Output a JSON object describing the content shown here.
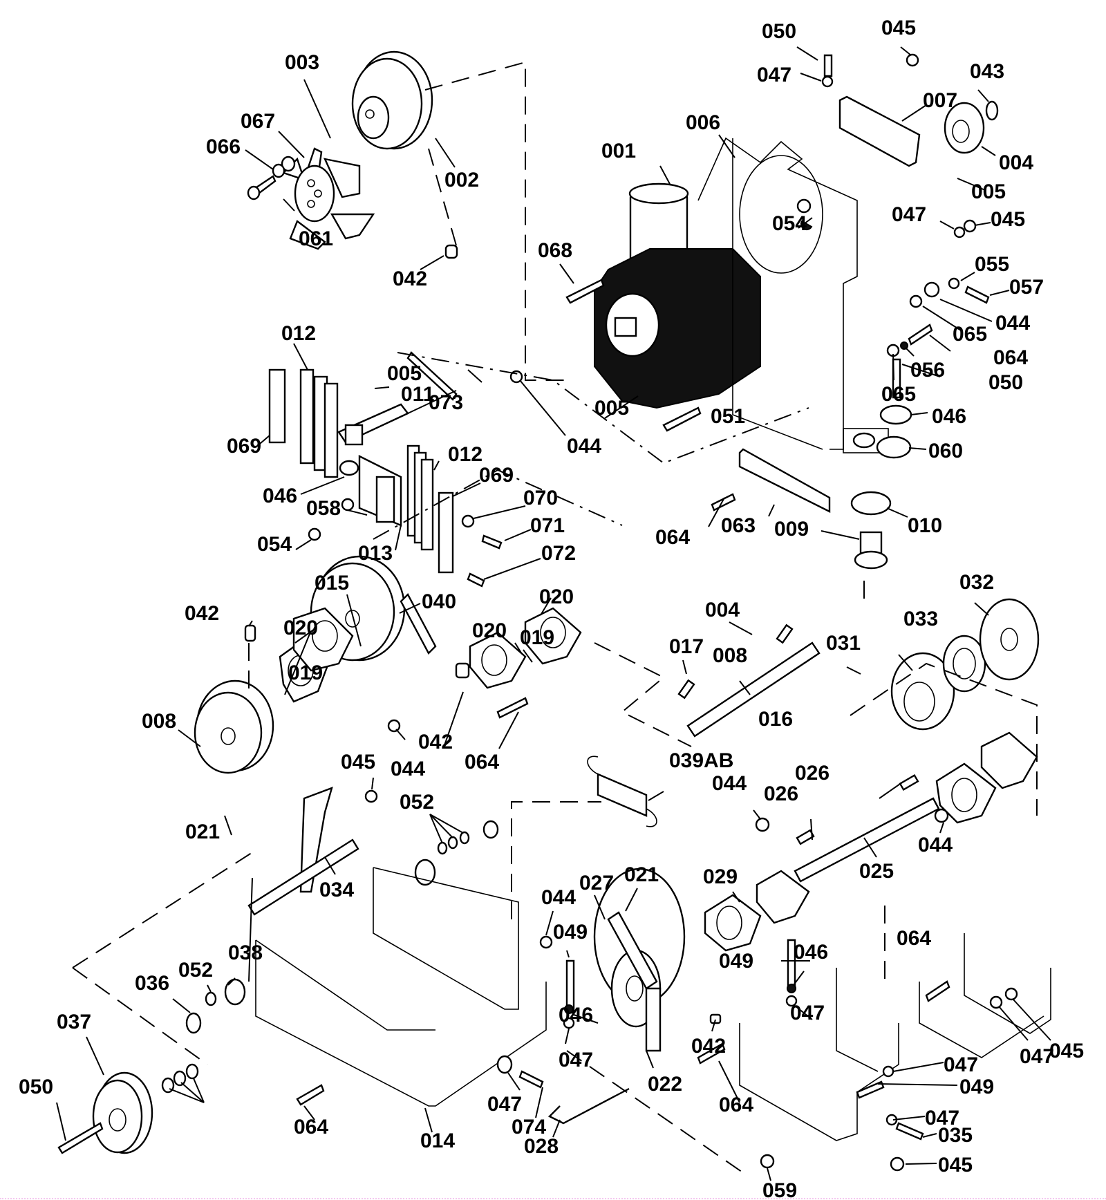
{
  "diagram": {
    "type": "exploded-parts-diagram",
    "subject": "engine drive assembly",
    "labels": [
      {
        "id": "003",
        "text": "003"
      },
      {
        "id": "067",
        "text": "067"
      },
      {
        "id": "066",
        "text": "066"
      },
      {
        "id": "061",
        "text": "061"
      },
      {
        "id": "002",
        "text": "002"
      },
      {
        "id": "042a",
        "text": "042"
      },
      {
        "id": "050a",
        "text": "050"
      },
      {
        "id": "047a",
        "text": "047"
      },
      {
        "id": "045a",
        "text": "045"
      },
      {
        "id": "043",
        "text": "043"
      },
      {
        "id": "007",
        "text": "007"
      },
      {
        "id": "006",
        "text": "006"
      },
      {
        "id": "001",
        "text": "001"
      },
      {
        "id": "004a",
        "text": "004"
      },
      {
        "id": "005a",
        "text": "005"
      },
      {
        "id": "054a",
        "text": "054"
      },
      {
        "id": "047b",
        "text": "047"
      },
      {
        "id": "045b",
        "text": "045"
      },
      {
        "id": "068",
        "text": "068"
      },
      {
        "id": "055",
        "text": "055"
      },
      {
        "id": "057",
        "text": "057"
      },
      {
        "id": "044a",
        "text": "044"
      },
      {
        "id": "065a",
        "text": "065"
      },
      {
        "id": "064a",
        "text": "064"
      },
      {
        "id": "056",
        "text": "056"
      },
      {
        "id": "050b",
        "text": "050"
      },
      {
        "id": "065b",
        "text": "065"
      },
      {
        "id": "046a",
        "text": "046"
      },
      {
        "id": "060",
        "text": "060"
      },
      {
        "id": "012a",
        "text": "012"
      },
      {
        "id": "005b",
        "text": "005"
      },
      {
        "id": "011",
        "text": "011"
      },
      {
        "id": "073",
        "text": "073"
      },
      {
        "id": "005c",
        "text": "005"
      },
      {
        "id": "051",
        "text": "051"
      },
      {
        "id": "044b",
        "text": "044"
      },
      {
        "id": "069a",
        "text": "069"
      },
      {
        "id": "012b",
        "text": "012"
      },
      {
        "id": "069b",
        "text": "069"
      },
      {
        "id": "046b",
        "text": "046"
      },
      {
        "id": "058",
        "text": "058"
      },
      {
        "id": "070",
        "text": "070"
      },
      {
        "id": "071",
        "text": "071"
      },
      {
        "id": "054b",
        "text": "054"
      },
      {
        "id": "013",
        "text": "013"
      },
      {
        "id": "072",
        "text": "072"
      },
      {
        "id": "064b",
        "text": "064"
      },
      {
        "id": "063",
        "text": "063"
      },
      {
        "id": "009",
        "text": "009"
      },
      {
        "id": "010",
        "text": "010"
      },
      {
        "id": "015",
        "text": "015"
      },
      {
        "id": "040",
        "text": "040"
      },
      {
        "id": "020a",
        "text": "020"
      },
      {
        "id": "042b",
        "text": "042"
      },
      {
        "id": "020b",
        "text": "020"
      },
      {
        "id": "020c",
        "text": "020"
      },
      {
        "id": "019a",
        "text": "019"
      },
      {
        "id": "019b",
        "text": "019"
      },
      {
        "id": "004b",
        "text": "004"
      },
      {
        "id": "032",
        "text": "032"
      },
      {
        "id": "017",
        "text": "017"
      },
      {
        "id": "008a",
        "text": "008"
      },
      {
        "id": "033",
        "text": "033"
      },
      {
        "id": "031",
        "text": "031"
      },
      {
        "id": "008b",
        "text": "008"
      },
      {
        "id": "016",
        "text": "016"
      },
      {
        "id": "042c",
        "text": "042"
      },
      {
        "id": "044c",
        "text": "044"
      },
      {
        "id": "064c",
        "text": "064"
      },
      {
        "id": "045c",
        "text": "045"
      },
      {
        "id": "039AB",
        "text": "039AB"
      },
      {
        "id": "044d",
        "text": "044"
      },
      {
        "id": "026a",
        "text": "026"
      },
      {
        "id": "026b",
        "text": "026"
      },
      {
        "id": "021a",
        "text": "021"
      },
      {
        "id": "052a",
        "text": "052"
      },
      {
        "id": "044e",
        "text": "044"
      },
      {
        "id": "025",
        "text": "025"
      },
      {
        "id": "034",
        "text": "034"
      },
      {
        "id": "027",
        "text": "027"
      },
      {
        "id": "021b",
        "text": "021"
      },
      {
        "id": "029",
        "text": "029"
      },
      {
        "id": "044f",
        "text": "044"
      },
      {
        "id": "049a",
        "text": "049"
      },
      {
        "id": "064d",
        "text": "064"
      },
      {
        "id": "038",
        "text": "038"
      },
      {
        "id": "049b",
        "text": "049"
      },
      {
        "id": "046c",
        "text": "046"
      },
      {
        "id": "036",
        "text": "036"
      },
      {
        "id": "052b",
        "text": "052"
      },
      {
        "id": "046d",
        "text": "046"
      },
      {
        "id": "047c",
        "text": "047"
      },
      {
        "id": "037",
        "text": "037"
      },
      {
        "id": "047d",
        "text": "047"
      },
      {
        "id": "042d",
        "text": "042"
      },
      {
        "id": "022",
        "text": "022"
      },
      {
        "id": "047e",
        "text": "047"
      },
      {
        "id": "045d",
        "text": "045"
      },
      {
        "id": "050c",
        "text": "050"
      },
      {
        "id": "047f",
        "text": "047"
      },
      {
        "id": "049c",
        "text": "049"
      },
      {
        "id": "064e",
        "text": "064"
      },
      {
        "id": "047g",
        "text": "047"
      },
      {
        "id": "074",
        "text": "074"
      },
      {
        "id": "064f",
        "text": "064"
      },
      {
        "id": "014",
        "text": "014"
      },
      {
        "id": "028",
        "text": "028"
      },
      {
        "id": "047h",
        "text": "047"
      },
      {
        "id": "035",
        "text": "035"
      },
      {
        "id": "059",
        "text": "059"
      },
      {
        "id": "045e",
        "text": "045"
      }
    ]
  }
}
